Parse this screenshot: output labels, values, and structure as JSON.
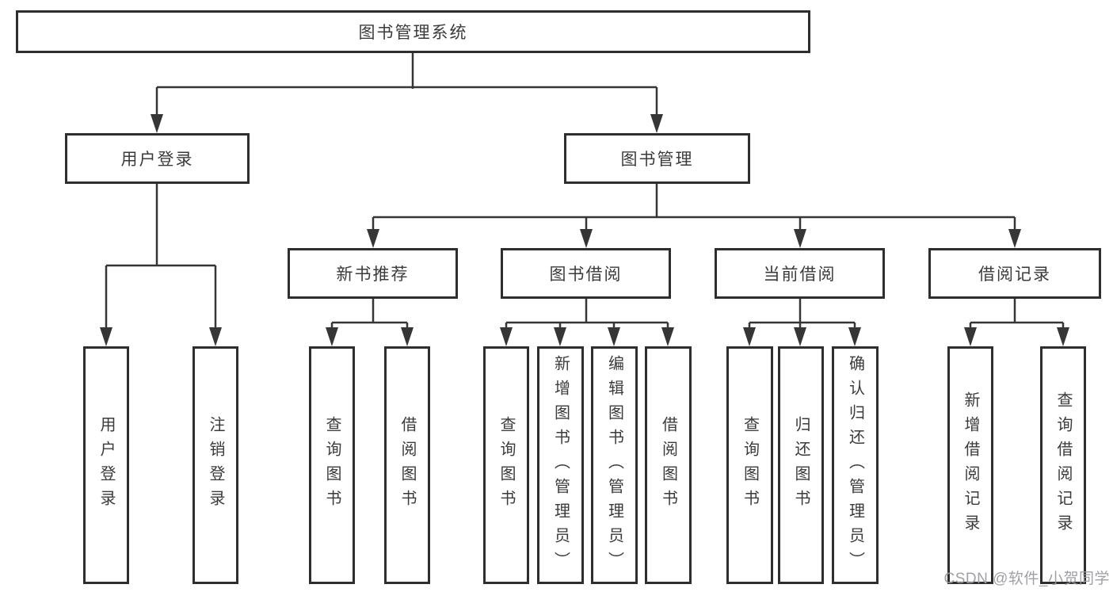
{
  "diagram_title": "图书管理系统",
  "tree": {
    "label": "图书管理系统",
    "children": [
      {
        "label": "用户登录",
        "children": [
          {
            "label": "用户登录"
          },
          {
            "label": "注销登录"
          }
        ]
      },
      {
        "label": "图书管理",
        "children": [
          {
            "label": "新书推荐",
            "children": [
              {
                "label": "查询图书"
              },
              {
                "label": "借阅图书"
              }
            ]
          },
          {
            "label": "图书借阅",
            "children": [
              {
                "label": "查询图书"
              },
              {
                "label": "新增图书（管理员）"
              },
              {
                "label": "编辑图书（管理员）"
              },
              {
                "label": "借阅图书"
              }
            ]
          },
          {
            "label": "当前借阅",
            "children": [
              {
                "label": "查询图书"
              },
              {
                "label": "归还图书"
              },
              {
                "label": "确认归还（管理员）"
              }
            ]
          },
          {
            "label": "借阅记录",
            "children": [
              {
                "label": "新增借阅记录"
              },
              {
                "label": "查询借阅记录"
              }
            ]
          }
        ]
      }
    ]
  },
  "watermark": {
    "text": "CSDN @软件_小贺同学"
  },
  "colors": {
    "line": "#363636",
    "box_border": "#2e2e2e",
    "box_fill": "#ffffff",
    "text": "#3b3b3b",
    "watermark": "#9b9ba0"
  }
}
